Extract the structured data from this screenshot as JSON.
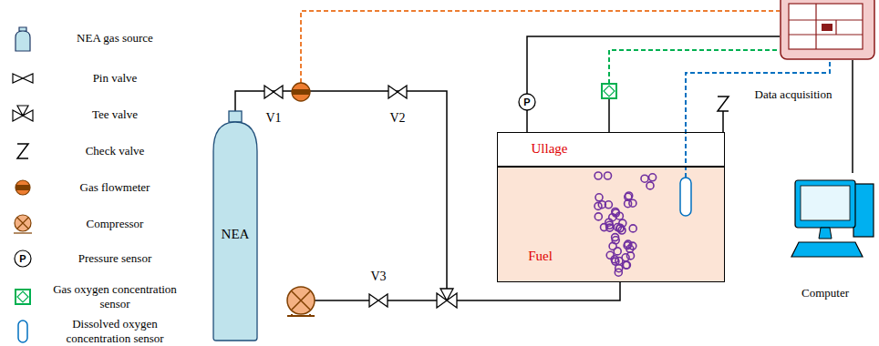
{
  "diagram": {
    "nodes": [
      {
        "text": [
          "NEA"
        ]
      },
      {
        "text": [
          "Ullage"
        ]
      },
      {
        "text": [
          "Fuel"
        ]
      },
      {
        "text": [
          "Data acquisition"
        ]
      },
      {
        "text": [
          "Computer"
        ]
      }
    ],
    "edges": [
      {
        "from": 0,
        "to": 2,
        "arrow": "none"
      },
      {
        "from": 3,
        "to": 4,
        "arrow": "none"
      }
    ],
    "labels": [
      "P",
      "V1",
      "V2",
      "P",
      "V3"
    ],
    "legend": [
      {
        "text": "NEA gas source"
      },
      {
        "text": "Pin valve"
      },
      {
        "text": "Tee valve"
      },
      {
        "text": "Check valve"
      },
      {
        "text": "Gas flowmeter"
      },
      {
        "text": "Compressor"
      },
      {
        "text": "Pressure sensor"
      },
      {
        "text": "Gas oxygen concentration sensor"
      },
      {
        "text": "Dissolved oxygen concentration sensor"
      }
    ]
  }
}
